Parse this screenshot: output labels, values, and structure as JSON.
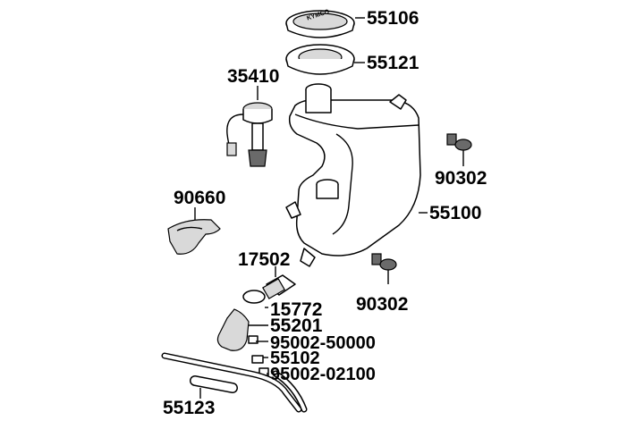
{
  "diagram": {
    "brand_text": "KYMCO",
    "parts": [
      {
        "id": "cap",
        "label": "55106"
      },
      {
        "id": "gasket",
        "label": "55121"
      },
      {
        "id": "sensor",
        "label": "35410"
      },
      {
        "id": "bolt_upper",
        "label": "90302"
      },
      {
        "id": "clamp",
        "label": "90660"
      },
      {
        "id": "tank",
        "label": "55100"
      },
      {
        "id": "fitting",
        "label": "17502"
      },
      {
        "id": "bolt_lower",
        "label": "90302"
      },
      {
        "id": "hose_clip",
        "label": "15772"
      },
      {
        "id": "hose_elbow",
        "label": "55201"
      },
      {
        "id": "clip_a",
        "label": "95002-50000"
      },
      {
        "id": "small_hose",
        "label": "55102"
      },
      {
        "id": "clip_b",
        "label": "95002-02100"
      },
      {
        "id": "overflow_hose",
        "label": "55123"
      }
    ]
  }
}
